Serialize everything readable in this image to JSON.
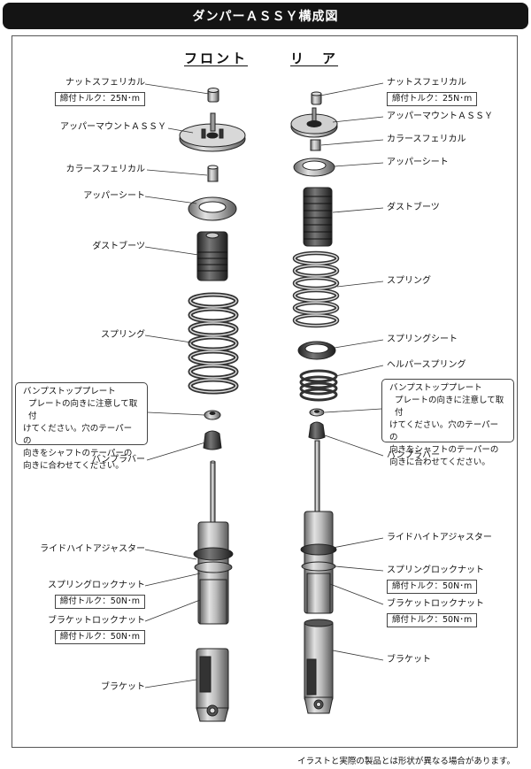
{
  "title": "ダンパーＡＳＳＹ構成図",
  "columns": {
    "front": "フロント",
    "rear": "リ　ア"
  },
  "front": {
    "nut": "ナットスフェリカル",
    "nut_torque": "締付トルク：25N･m",
    "upper_mount": "アッパーマウントＡＳＳＹ",
    "collar": "カラースフェリカル",
    "upper_seat": "アッパーシート",
    "dust_boot": "ダストブーツ",
    "spring": "スプリング",
    "bump_rubber": "バンプラバー",
    "ride_height": "ライドハイトアジャスター",
    "spring_lock": "スプリングロックナット",
    "spring_lock_torque": "締付トルク：50N･m",
    "bracket_lock": "ブラケットロックナット",
    "bracket_lock_torque": "締付トルク：50N･m",
    "bracket": "ブラケット",
    "note_title": "バンプストッププレート",
    "note_lines": [
      "プレートの向きに注意して取付",
      "けてください。穴のテーパーの",
      "向きをシャフトのテーパーの",
      "向きに合わせてください。"
    ]
  },
  "rear": {
    "nut": "ナットスフェリカル",
    "nut_torque": "締付トルク：25N･m",
    "upper_mount": "アッパーマウントＡＳＳＹ",
    "collar": "カラースフェリカル",
    "upper_seat": "アッパーシート",
    "dust_boot": "ダストブーツ",
    "spring": "スプリング",
    "spring_seat": "スプリングシート",
    "helper_spring": "ヘルパースプリング",
    "bump_rubber": "バンプラバー",
    "ride_height": "ライドハイトアジャスター",
    "spring_lock": "スプリングロックナット",
    "spring_lock_torque": "締付トルク：50N･m",
    "bracket_lock": "ブラケットロックナット",
    "bracket_lock_torque": "締付トルク：50N･m",
    "bracket": "ブラケット",
    "note_title": "バンプストッププレート",
    "note_lines": [
      "プレートの向きに注意して取付",
      "けてください。穴のテーパーの",
      "向きをシャフトのテーパーの",
      "向きに合わせてください。"
    ]
  },
  "disclaimer": "イラストと実際の製品とは形状が異なる場合があります。"
}
